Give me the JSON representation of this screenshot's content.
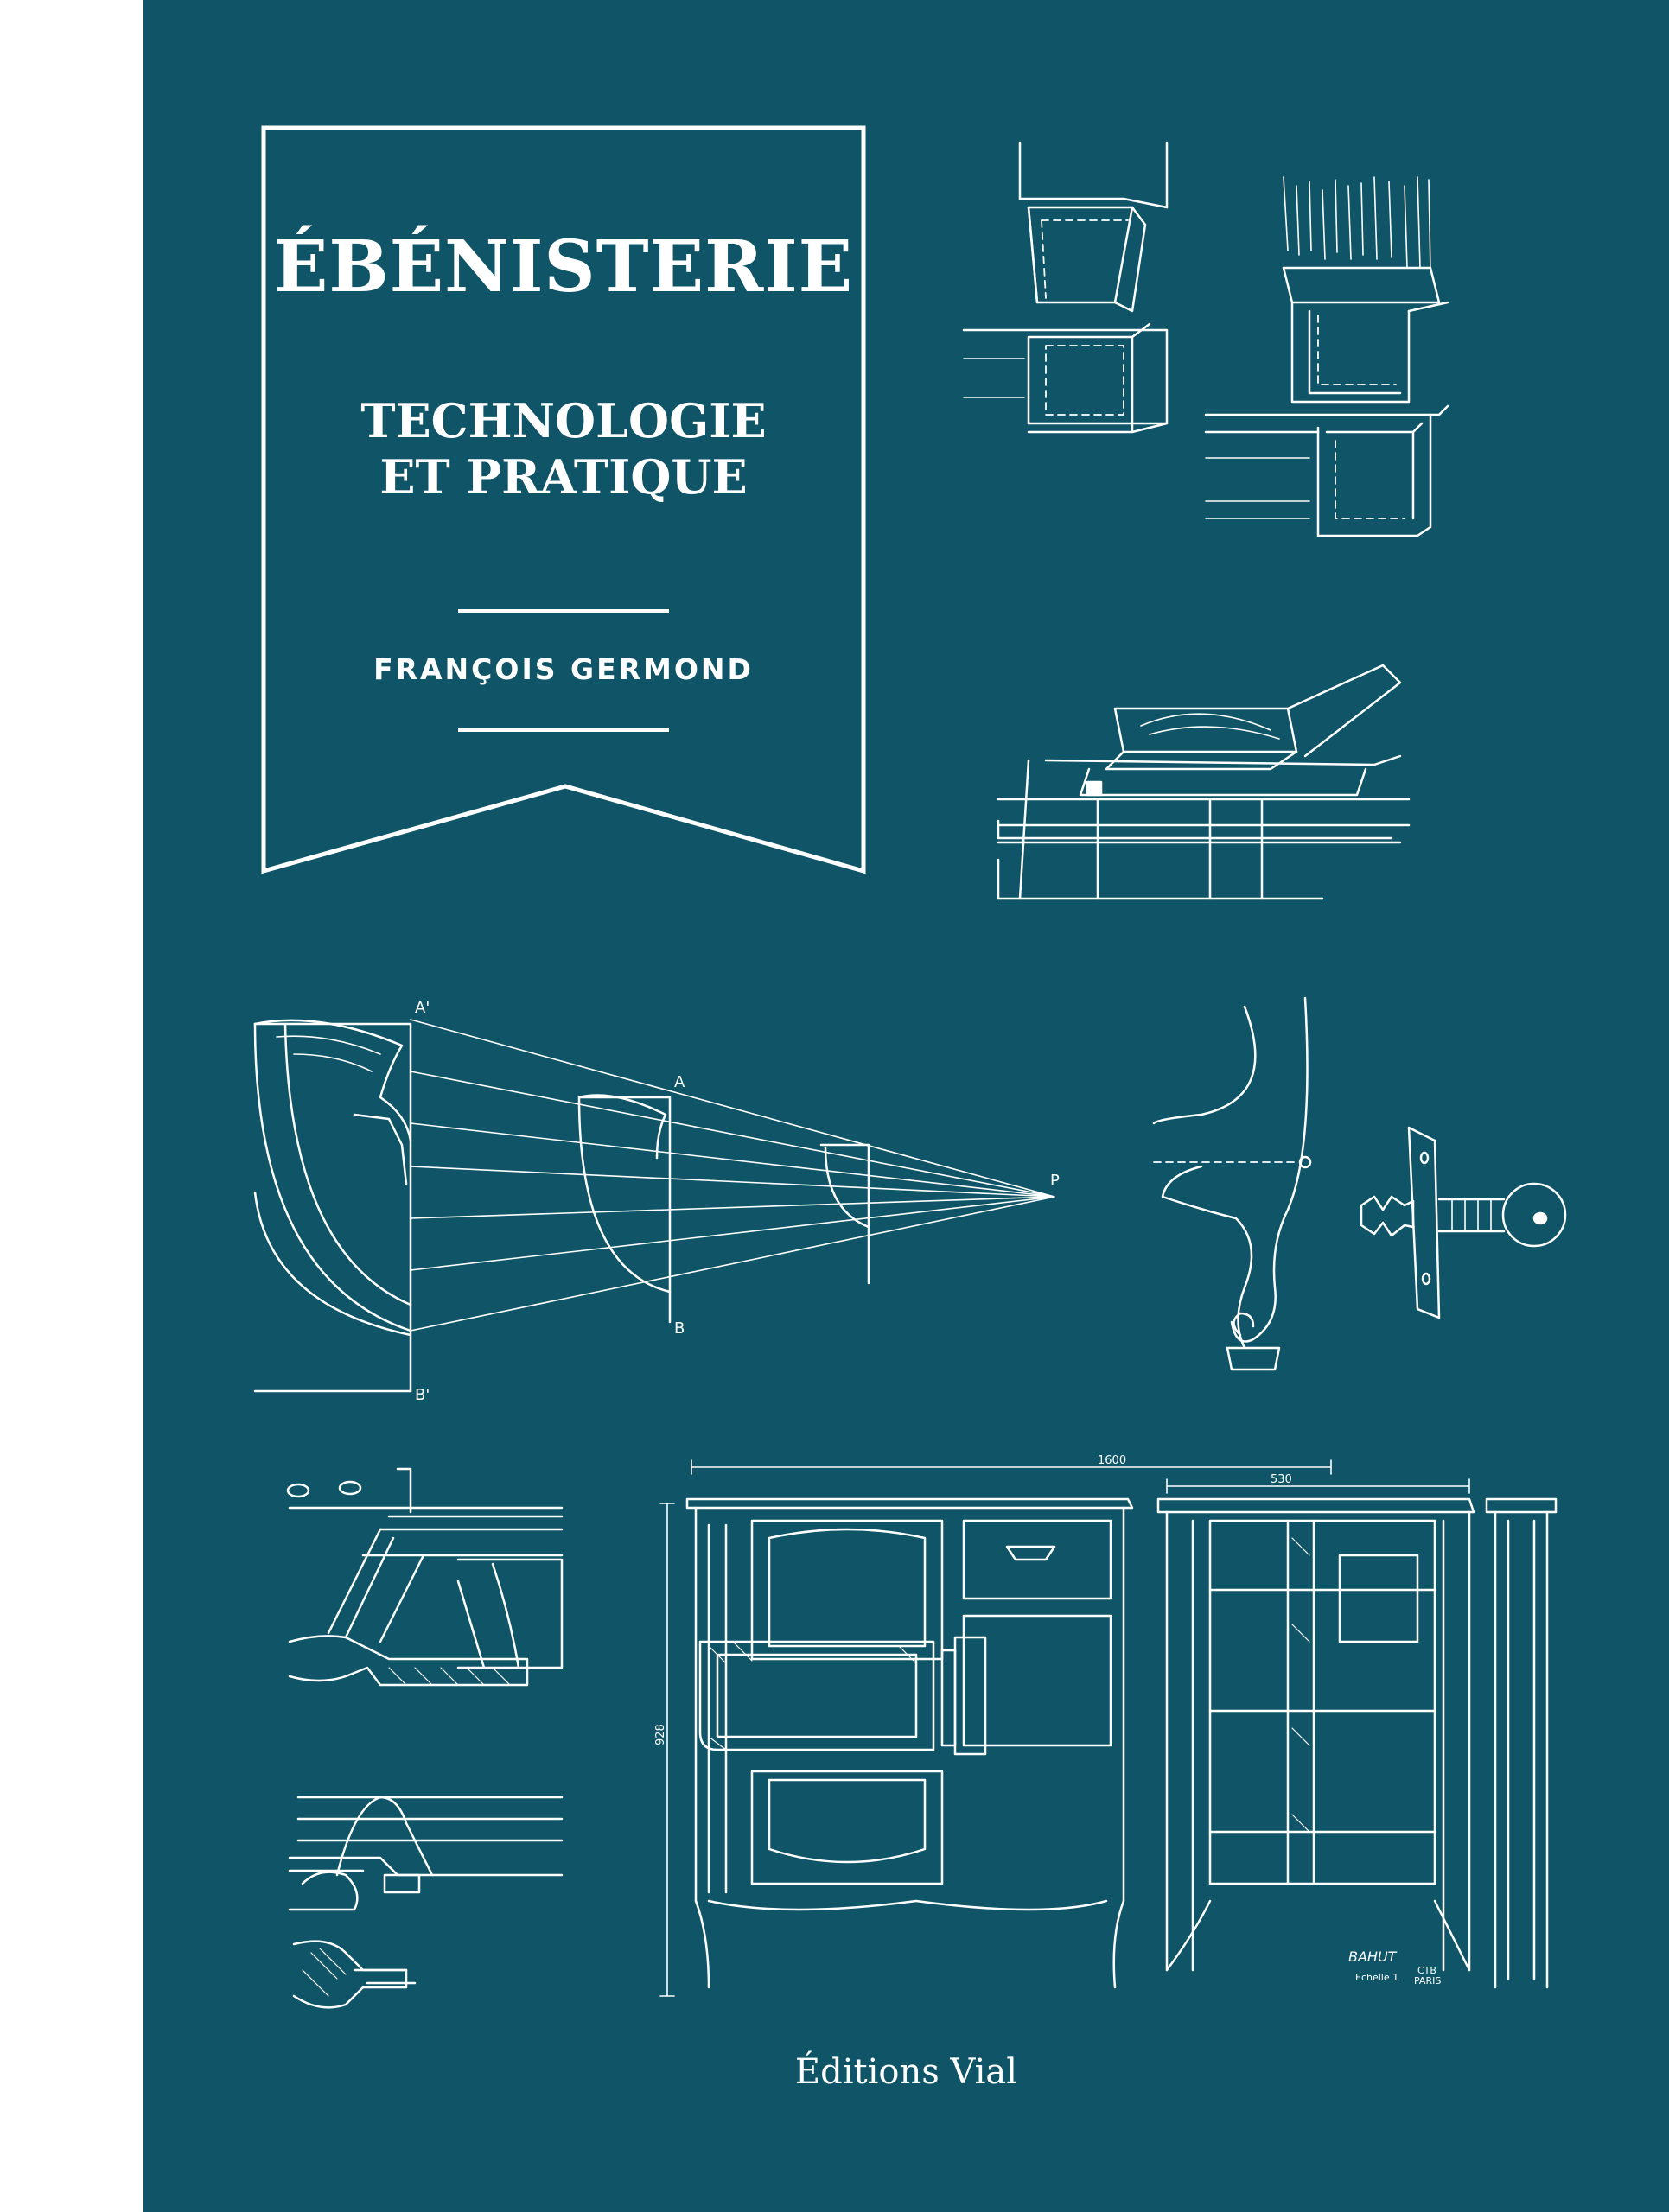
{
  "cover": {
    "background_color": "#0f5567",
    "accent_color": "#ffffff",
    "title": "ÉBÉNISTERIE",
    "subtitle_line1": "TECHNOLOGIE",
    "subtitle_line2": "ET PRATIQUE",
    "author": "FRANÇOIS GERMOND",
    "publisher": "Éditions Vial"
  },
  "illustrations": {
    "perspective_labels": [
      "A'",
      "A",
      "P",
      "B",
      "B'"
    ],
    "plan_labels": {
      "width": "1600",
      "depth": "530",
      "height": "928",
      "name": "BAHUT",
      "scale": "Echelle 1",
      "org": "CTB",
      "city": "PARIS"
    }
  }
}
